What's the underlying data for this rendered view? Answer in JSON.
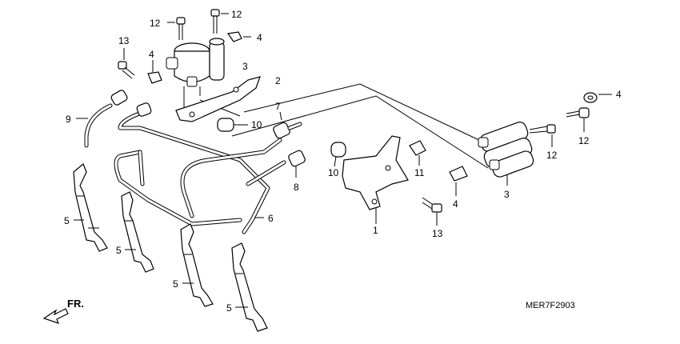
{
  "diagram_code": "MER7F2903",
  "direction_label": "FR.",
  "callouts": {
    "c1": "1",
    "c2": "2",
    "c3a": "3",
    "c3b": "3",
    "c4a": "4",
    "c4b": "4",
    "c4c": "4",
    "c4d": "4",
    "c5a": "5",
    "c5b": "5",
    "c5c": "5",
    "c5d": "5",
    "c6": "6",
    "c7": "7",
    "c8": "8",
    "c9": "9",
    "c10a": "10",
    "c10b": "10",
    "c11": "11",
    "c12a": "12",
    "c12b": "12",
    "c12c": "12",
    "c13a": "13",
    "c13b": "13"
  }
}
